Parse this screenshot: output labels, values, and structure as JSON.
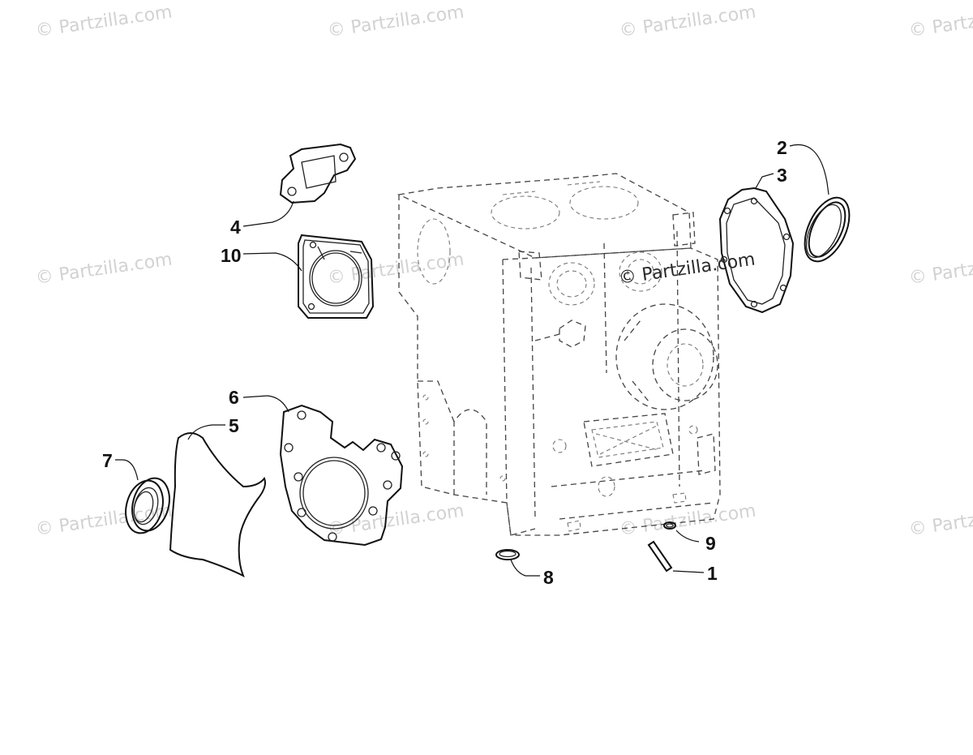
{
  "watermark": {
    "text": "© Partzilla.com",
    "prominent_text": "© Partzilla.com"
  },
  "callouts": [
    {
      "id": "1",
      "label": "1"
    },
    {
      "id": "2",
      "label": "2"
    },
    {
      "id": "3",
      "label": "3"
    },
    {
      "id": "4",
      "label": "4"
    },
    {
      "id": "5",
      "label": "5"
    },
    {
      "id": "6",
      "label": "6"
    },
    {
      "id": "7",
      "label": "7"
    },
    {
      "id": "8",
      "label": "8"
    },
    {
      "id": "9",
      "label": "9"
    },
    {
      "id": "10",
      "label": "10"
    }
  ]
}
